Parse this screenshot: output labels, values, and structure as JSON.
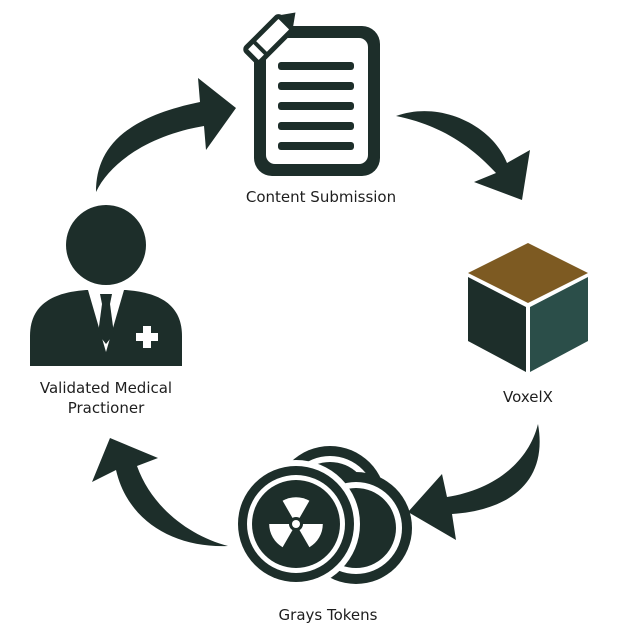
{
  "diagram": {
    "nodes": {
      "content_submission": {
        "label": "Content Submission",
        "icon": "document-pencil-icon"
      },
      "voxelx": {
        "label": "VoxelX",
        "icon": "cube-icon"
      },
      "grays_tokens": {
        "label": "Grays Tokens",
        "icon": "radiation-coins-icon"
      },
      "medical_practitioner": {
        "label_line1": "Validated Medical",
        "label_line2": "Practioner",
        "icon": "doctor-icon"
      }
    },
    "colors": {
      "primary": "#1d2e2a",
      "cube_top": "#7d5a22",
      "cube_right": "#2b4e49",
      "label": "#1e1e1e",
      "background": "#ffffff"
    }
  }
}
